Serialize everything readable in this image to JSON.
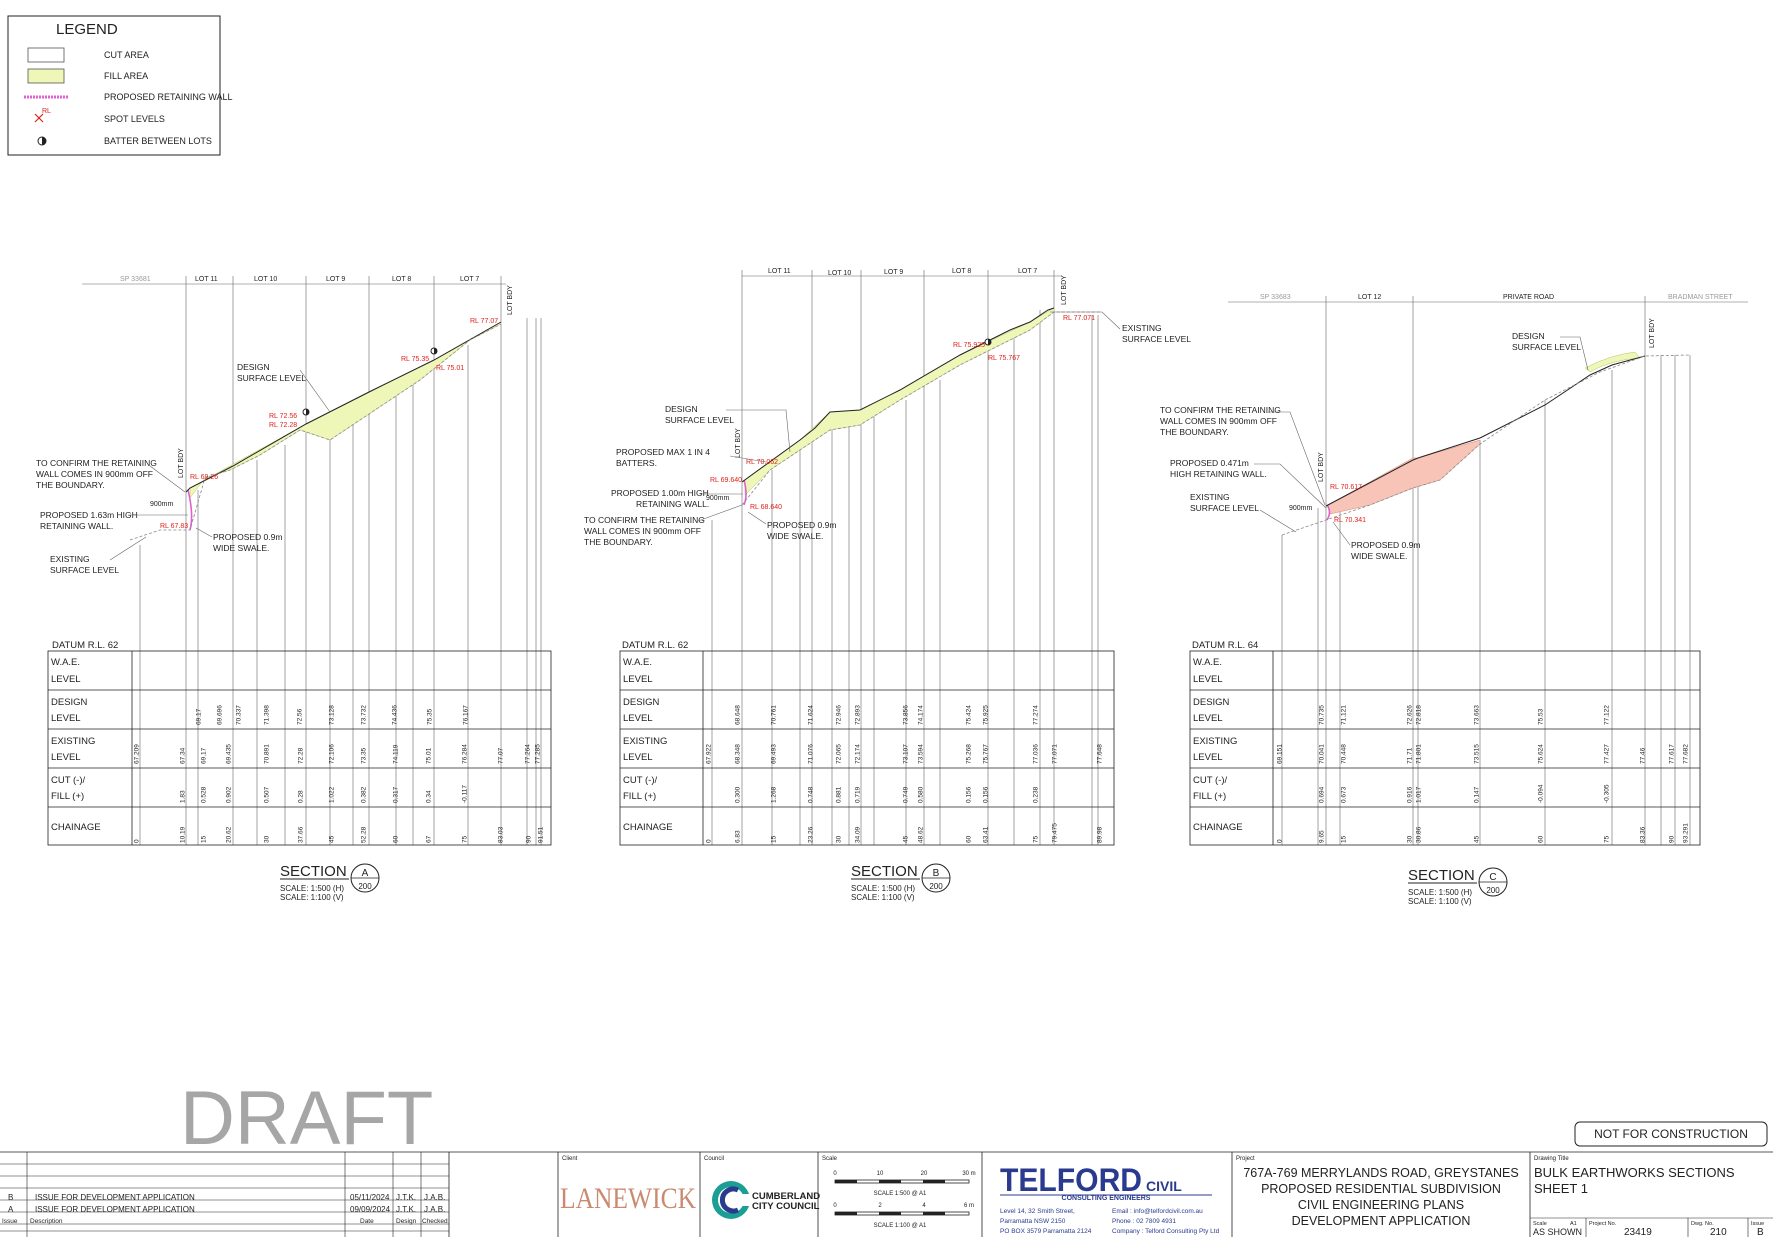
{
  "legend": {
    "title": "LEGEND",
    "items": [
      "CUT AREA",
      "FILL AREA",
      "PROPOSED RETAINING WALL",
      "SPOT LEVELS",
      "BATTER BETWEEN LOTS"
    ],
    "spot_symbol_label": "RL"
  },
  "row_labels": {
    "wae": [
      "W.A.E.",
      "LEVEL"
    ],
    "design": [
      "DESIGN",
      "LEVEL"
    ],
    "existing": [
      "EXISTING",
      "LEVEL"
    ],
    "cutfill": [
      "CUT (-)/",
      "FILL (+)"
    ],
    "chainage": "CHAINAGE"
  },
  "colors": {
    "fill_area": "#eef6b8",
    "cut_area": "#f8c4b8",
    "spot_level": "#e0201a",
    "retaining_wall": "#e060d0",
    "draft": "#a6a6a6"
  },
  "sections": [
    {
      "id": "A",
      "datum": "DATUM R.L. 62",
      "title": "SECTION",
      "sheet": "200",
      "scale_h": "SCALE: 1:500 (H)",
      "scale_v": "SCALE: 1:100 (V)",
      "top_labels": [
        "SP 33681",
        "LOT 11",
        "LOT 10",
        "LOT 9",
        "LOT 8",
        "LOT 7"
      ],
      "lot_bdy": "LOT BDY",
      "spot_levels": [
        "RL 69.26",
        "RL 67.83",
        "RL 72.56",
        "RL 72.28",
        "RL 75.35",
        "RL 75.01",
        "RL 77.07"
      ],
      "annotations": [
        "DESIGN",
        "SURFACE LEVEL",
        "TO CONFIRM THE RETAINING",
        "WALL COMES IN 900mm OFF",
        "THE BOUNDARY.",
        "900mm",
        "PROPOSED 1.63m  HIGH",
        "RETAINING WALL.",
        "PROPOSED 0.9m",
        "WIDE SWALE.",
        "EXISTING",
        "SURFACE LEVEL"
      ],
      "design_levels": [
        "69.17",
        "69.696",
        "70.337",
        "71.398",
        "72.56",
        "73.128",
        "73.732",
        "74.436",
        "75.35",
        "76.167"
      ],
      "existing_levels": [
        "67.209",
        "67.34",
        "69.17",
        "69.435",
        "70.891",
        "72.28",
        "72.106",
        "73.35",
        "74.119",
        "75.01",
        "76.284",
        "77.07",
        "77.264",
        "77.285"
      ],
      "cut_fill": [
        "1.83",
        "0.528",
        "0.902",
        "0.507",
        "0.28",
        "1.022",
        "0.382",
        "0.317",
        "0.34",
        "-0.117"
      ],
      "chainage": [
        "0",
        "10.19",
        "15",
        "20.62",
        "30",
        "37.66",
        "45",
        "52.28",
        "60",
        "67",
        "75",
        "83.03",
        "90",
        "91.51"
      ]
    },
    {
      "id": "B",
      "datum": "DATUM R.L. 62",
      "title": "SECTION",
      "sheet": "200",
      "scale_h": "SCALE: 1:500 (H)",
      "scale_v": "SCALE: 1:100 (V)",
      "top_labels": [
        "LOT 11",
        "LOT 10",
        "LOT 9",
        "LOT 8",
        "LOT 7"
      ],
      "lot_bdy": "LOT BDY",
      "spot_levels": [
        "RL 70.062",
        "RL 69.640",
        "RL 68.640",
        "RL 75.925",
        "RL 75.767",
        "RL 77.071"
      ],
      "annotations": [
        "DESIGN",
        "SURFACE LEVEL",
        "PROPOSED MAX 1 IN 4",
        "BATTERS.",
        "PROPOSED 1.00m  HIGH",
        "RETAINING WALL.",
        "900mm",
        "TO CONFIRM THE RETAINING",
        "WALL COMES IN 900mm OFF",
        "THE BOUNDARY.",
        "PROPOSED 0.9m",
        "WIDE SWALE.",
        "EXISTING",
        "SURFACE LEVEL"
      ],
      "design_levels": [
        "68.648",
        "70.761",
        "71.624",
        "72.946",
        "72.893",
        "73.856",
        "74.174",
        "75.424",
        "75.925",
        "77.274"
      ],
      "existing_levels": [
        "67.922",
        "68.348",
        "69.493",
        "71.076",
        "72.065",
        "72.174",
        "73.107",
        "73.594",
        "75.268",
        "75.767",
        "77.036",
        "77.071",
        "77.648"
      ],
      "cut_fill": [
        "0.300",
        "1.268",
        "0.748",
        "0.881",
        "0.719",
        "0.749",
        "0.580",
        "0.156",
        "0.156",
        "0.238"
      ],
      "chainage": [
        "0",
        "6.83",
        "15",
        "23.26",
        "30",
        "34.09",
        "45",
        "48.62",
        "60",
        "63.41",
        "75",
        "79.475",
        "89.98"
      ]
    },
    {
      "id": "C",
      "datum": "DATUM R.L. 64",
      "title": "SECTION",
      "sheet": "200",
      "scale_h": "SCALE: 1:500 (H)",
      "scale_v": "SCALE: 1:100 (V)",
      "top_labels": [
        "SP 33683",
        "LOT 12",
        "PRIVATE ROAD",
        "BRADMAN STREET"
      ],
      "lot_bdy": "LOT BDY",
      "spot_levels": [
        "RL 70.617",
        "RL 70.341"
      ],
      "annotations": [
        "DESIGN",
        "SURFACE LEVEL",
        "TO CONFIRM THE RETAINING",
        "WALL COMES IN 900mm OFF",
        "THE BOUNDARY.",
        "PROPOSED 0.471m",
        "HIGH RETAINING WALL.",
        "EXISTING",
        "SURFACE LEVEL",
        "900mm",
        "PROPOSED 0.9m",
        "WIDE SWALE."
      ],
      "design_levels": [
        "70.735",
        "71.121",
        "72.626",
        "72.818",
        "73.663",
        "75.53",
        "77.122"
      ],
      "existing_levels": [
        "69.151",
        "70.041",
        "70.448",
        "71.71",
        "71.801",
        "73.515",
        "75.624",
        "77.427",
        "77.46",
        "77.617",
        "77.682"
      ],
      "cut_fill": [
        "0.694",
        "0.673",
        "0.916",
        "1.017",
        "0.147",
        "-0.094",
        "-0.305"
      ],
      "chainage": [
        "0",
        "9.65",
        "15",
        "30",
        "30.86",
        "45",
        "60",
        "75",
        "83.36",
        "90",
        "93.291"
      ]
    }
  ],
  "draft": "DRAFT",
  "not_for_construction": "NOT FOR CONSTRUCTION",
  "revisions": [
    {
      "issue": "B",
      "description": "ISSUE FOR DEVELOPMENT APPLICATION",
      "date": "05/11/2024",
      "design": "J.T.K.",
      "checked": "J.A.B."
    },
    {
      "issue": "A",
      "description": "ISSUE FOR DEVELOPMENT APPLICATION",
      "date": "09/09/2024",
      "design": "J.T.K.",
      "checked": "J.A.B."
    }
  ],
  "rev_headers": {
    "issue": "Issue",
    "description": "Description",
    "date": "Date",
    "design": "Design",
    "checked": "Checked"
  },
  "client": {
    "label": "Client",
    "name": "LANEWICK"
  },
  "council": {
    "label": "Council",
    "name_line1": "CUMBERLAND",
    "name_line2": "CITY COUNCIL"
  },
  "scale_block": {
    "label": "Scale",
    "bar1_ticks": [
      "0",
      "10",
      "20",
      "30 m"
    ],
    "bar1_label": "SCALE 1:500 @ A1",
    "bar2_ticks": [
      "0",
      "2",
      "4",
      "6 m"
    ],
    "bar2_label": "SCALE 1:100 @ A1"
  },
  "telford": {
    "name": "TELFORD",
    "civil": "CIVIL",
    "sub": "CONSULTING ENGINEERS",
    "address": [
      "Level 14, 32 Smith Street,",
      "Parramatta NSW 2150",
      "PO BOX 3579 Parramatta 2124"
    ],
    "contact": [
      "Email : info@telfordcivil.com.au",
      "Phone :  02 7809 4931",
      "Company : Telford Consulting Pty Ltd"
    ]
  },
  "project": {
    "label": "Project",
    "lines": [
      "767A-769 MERRYLANDS ROAD, GREYSTANES",
      "PROPOSED RESIDENTIAL SUBDIVISION",
      "CIVIL ENGINEERING PLANS",
      "DEVELOPMENT APPLICATION"
    ]
  },
  "drawing": {
    "label": "Drawing Title",
    "lines": [
      "BULK EARTHWORKS SECTIONS",
      "SHEET 1"
    ],
    "scale_label": "Scale",
    "sheet_size": "A1",
    "scale_value": "AS SHOWN",
    "project_no_label": "Project No.",
    "project_no": "23419",
    "dwg_no_label": "Dwg. No.",
    "dwg_no": "210",
    "issue_label": "Issue",
    "issue": "B"
  }
}
